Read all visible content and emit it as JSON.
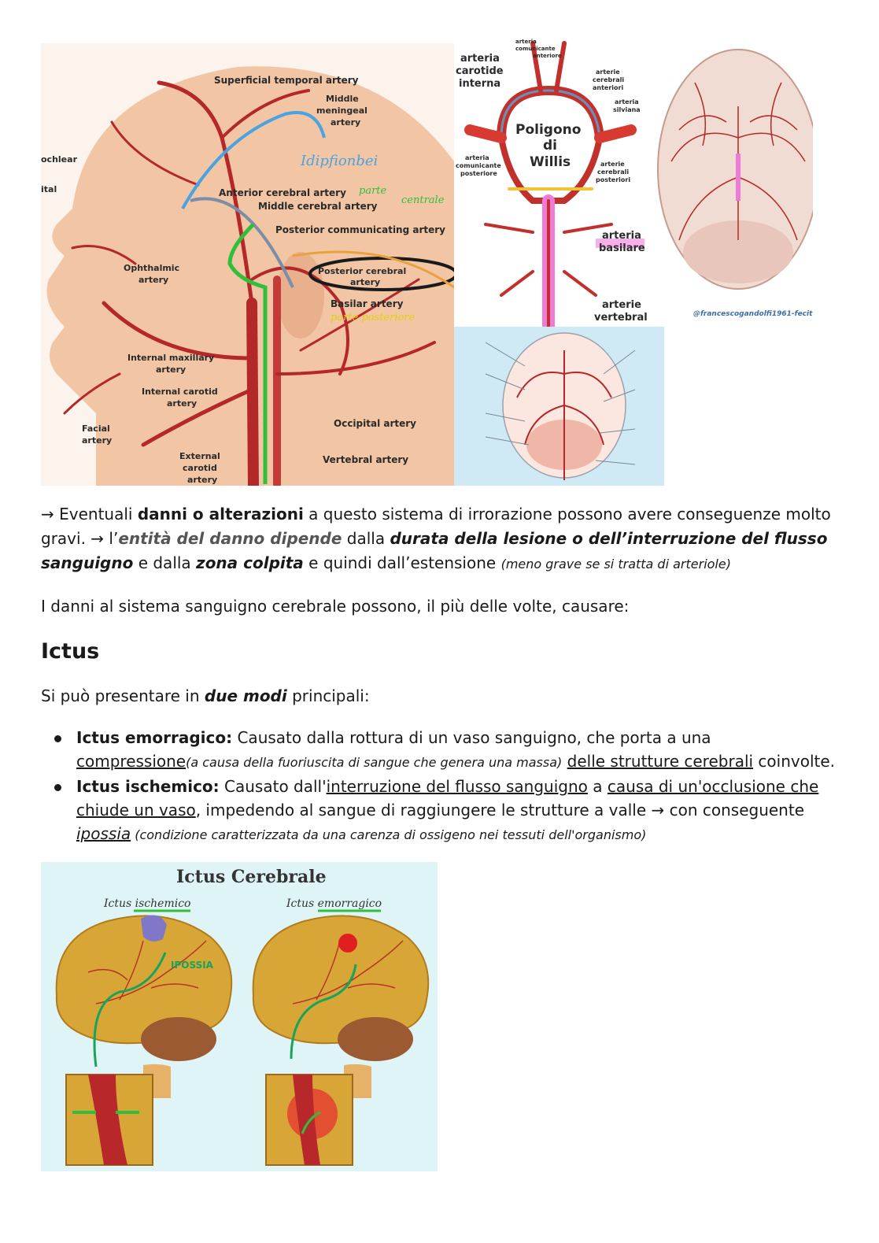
{
  "figure1": {
    "labels": {
      "superficial_temporal": "Superficial temporal artery",
      "middle_meningeal": [
        "Middle",
        "meningeal",
        "artery"
      ],
      "anterior_cerebral": "Anterior cerebral artery",
      "middle_cerebral": "Middle cerebral artery",
      "posterior_communicating": "Posterior communicating artery",
      "posterior_cerebral": [
        "Posterior cerebral",
        "artery"
      ],
      "basilar": "Basilar artery",
      "ophthalmic": [
        "Ophthalmic",
        "artery"
      ],
      "internal_maxillary": [
        "Internal maxillary",
        "artery"
      ],
      "internal_carotid": [
        "Internal carotid",
        "artery"
      ],
      "facial": [
        "Facial",
        "artery"
      ],
      "external_carotid": [
        "External",
        "carotid",
        "artery"
      ],
      "occipital": "Occipital artery",
      "vertebral": "Vertebral artery",
      "cut_left_1": "ochlear",
      "cut_left_2": "ital"
    },
    "annotations": {
      "handwritten_blue": "Idipfionbei",
      "handwritten_green_1": "parte",
      "handwritten_green_2": "centrale",
      "handwritten_yellow": "parte posteriore"
    }
  },
  "figure2": {
    "labels": {
      "carotide_interna": [
        "arteria",
        "carotide",
        "interna"
      ],
      "comunicante_anteriore": [
        "arteria",
        "comunicante",
        "anteriore"
      ],
      "cerebrali_anteriori": [
        "arterie",
        "cerebrali",
        "anteriori"
      ],
      "silviana": [
        "arteria",
        "silviana"
      ],
      "poligono": [
        "Poligono",
        "di",
        "Willis"
      ],
      "comunicante_posteriore": [
        "arteria",
        "comunicante",
        "posteriore"
      ],
      "cerebrali_posteriori": [
        "arterie",
        "cerebrali",
        "posteriori"
      ],
      "basilare": [
        "arteria",
        "basilare"
      ],
      "vertebrali": [
        "arterie",
        "vertebrali"
      ],
      "credit": "@francescogandolfi1961-fecit"
    }
  },
  "paragraph1": {
    "arrow1": "→ ",
    "t1": "Eventuali ",
    "b1": "danni o alterazioni",
    "t2": " a questo sistema di irrorazione possono avere conseguenze molto gravi. → l’",
    "a1": "entità del danno dipende",
    "t3": " dalla ",
    "bi1": "durata della lesione o dell’interruzione del flusso sanguigno",
    "t4": " e dalla ",
    "bi2": "zona colpita",
    "t5": " e quindi dall’estensione ",
    "s1": "(meno grave se si tratta di arteriole)"
  },
  "paragraph2": "I danni al sistema sanguigno cerebrale possono, il più delle volte, causare:",
  "heading": "Ictus",
  "paragraph3": {
    "t1": "Si può presentare in ",
    "bi1": "due modi",
    "t2": " principali:"
  },
  "bullets": {
    "b1": {
      "label": "Ictus emorragico:",
      "t1": " Causato dalla rottura di un vaso sanguigno, che porta a una ",
      "u1": "compressione",
      "s1": "(a causa della fuoriuscita di sangue che genera una massa)",
      "t2": " ",
      "u2": "delle strutture cerebrali",
      "t3": " coinvolte."
    },
    "b2": {
      "label": "Ictus ischemico:",
      "t1": " Causato dall'",
      "u1": "interruzione del flusso sanguigno",
      "t2": " a ",
      "u2": "causa di un'occlusione che chiude un vaso",
      "t3": ", impedendo al sangue di raggiungere le strutture a valle → con conseguente ",
      "u3": "ipossia",
      "s1": " (condizione caratterizzata da una carenza di ossigeno nei tessuti dell'organismo)"
    }
  },
  "figure3": {
    "title": "Ictus Cerebrale",
    "left_label": "Ictus ischemico",
    "right_label": "Ictus emorragico",
    "annotation": "IPOSSIA"
  },
  "colors": {
    "artery": "#b5282a",
    "skin": "#f2c6a4",
    "brain": "#d8a637",
    "highlight_green": "#2fbf3a",
    "highlight_blue": "#4aa3e0",
    "highlight_yellow": "#f1e02a",
    "highlight_pink": "#f07ad8",
    "fig3_bg": "#dff4f7"
  }
}
